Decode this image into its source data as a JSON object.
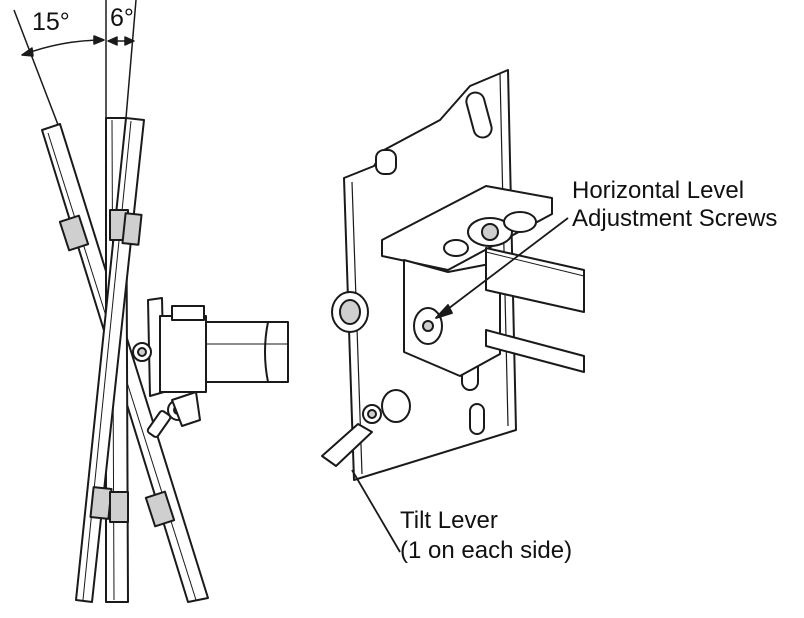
{
  "angles": {
    "forward": "15°",
    "backward": "6°"
  },
  "callouts": {
    "horizontal_level": {
      "line1": "Horizontal Level",
      "line2": "Adjustment Screws"
    },
    "tilt_lever": {
      "line1": "Tilt Lever",
      "line2": "(1 on each side)"
    }
  },
  "colors": {
    "line": "#1a1a1a",
    "fill": "#ffffff",
    "shade": "#cfcfcf"
  }
}
